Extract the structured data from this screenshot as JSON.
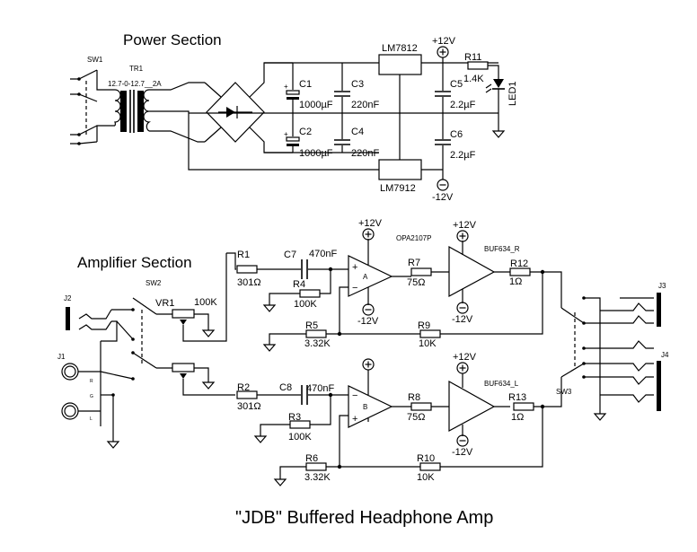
{
  "sections": {
    "power": "Power Section",
    "amplifier": "Amplifier Section"
  },
  "title": "\"JDB\" Buffered Headphone Amp",
  "power": {
    "sw1": "SW1",
    "tr1": "TR1",
    "tr1_rating": "12.7-0-12.7__2A",
    "c1": "C1",
    "c1_val": "1000µF",
    "c2": "C2",
    "c2_val": "1000µF",
    "c3": "C3",
    "c3_val": "220nF",
    "c4": "C4",
    "c4_val": "220nF",
    "c5": "C5",
    "c5_val": "2.2µF",
    "c6": "C6",
    "c6_val": "2.2µF",
    "reg_pos": "LM7812",
    "reg_neg": "LM7912",
    "r11": "R11",
    "r11_val": "1.4K",
    "led1": "LED1",
    "plus12": "+12V",
    "minus12": "-12V"
  },
  "amp": {
    "opamp": "OPA2107P",
    "opamp_a": "A",
    "opamp_b": "B",
    "buf_r": "BUF634_R",
    "buf_l": "BUF634_L",
    "r1": "R1",
    "r1_val": "301Ω",
    "r2": "R2",
    "r2_val": "301Ω",
    "r3": "R3",
    "r3_val": "100K",
    "r4": "R4",
    "r4_val": "100K",
    "r5": "R5",
    "r5_val": "3.32K",
    "r6": "R6",
    "r6_val": "3.32K",
    "r7": "R7",
    "r7_val": "75Ω",
    "r8": "R8",
    "r8_val": "75Ω",
    "r9": "R9",
    "r9_val": "10K",
    "r10": "R10",
    "r10_val": "10K",
    "r12": "R12",
    "r12_val": "1Ω",
    "r13": "R13",
    "r13_val": "1Ω",
    "c7": "C7",
    "c7_val": "470nF",
    "c8": "C8",
    "c8_val": "470nF",
    "vr1": "VR1",
    "vr1_val": "100K",
    "sw2": "SW2",
    "sw3": "SW3",
    "j1": "J1",
    "j2": "J2",
    "j3": "J3",
    "j4": "J4",
    "pin_r": "R",
    "pin_g": "G",
    "pin_l": "L",
    "plus": "+",
    "minus": "−",
    "plus12": "+12V",
    "minus12": "-12V"
  }
}
